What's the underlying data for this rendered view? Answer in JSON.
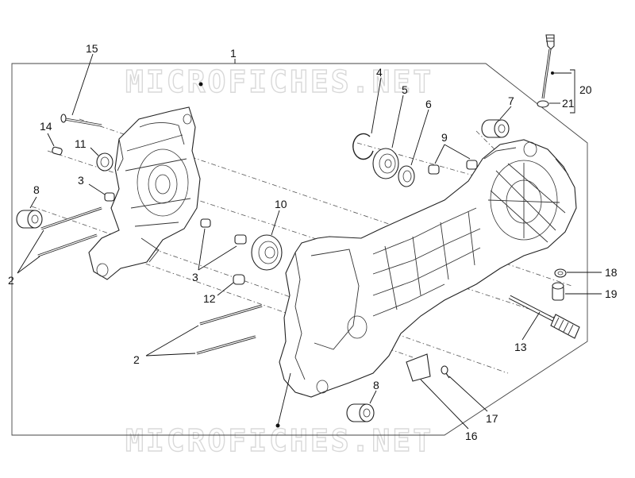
{
  "watermark": {
    "top": "MICROFICHES.NET",
    "bottom": "MICROFICHES.NET"
  },
  "callouts": {
    "c1": "1",
    "c2a": "2",
    "c2b": "2",
    "c3a": "3",
    "c3b": "3",
    "c4": "4",
    "c5": "5",
    "c6": "6",
    "c7": "7",
    "c8a": "8",
    "c8b": "8",
    "c9": "9",
    "c10": "10",
    "c11": "11",
    "c12": "12",
    "c13": "13",
    "c14": "14",
    "c15": "15",
    "c16": "16",
    "c17": "17",
    "c18": "18",
    "c19": "19",
    "c20": "20",
    "c21": "21"
  }
}
